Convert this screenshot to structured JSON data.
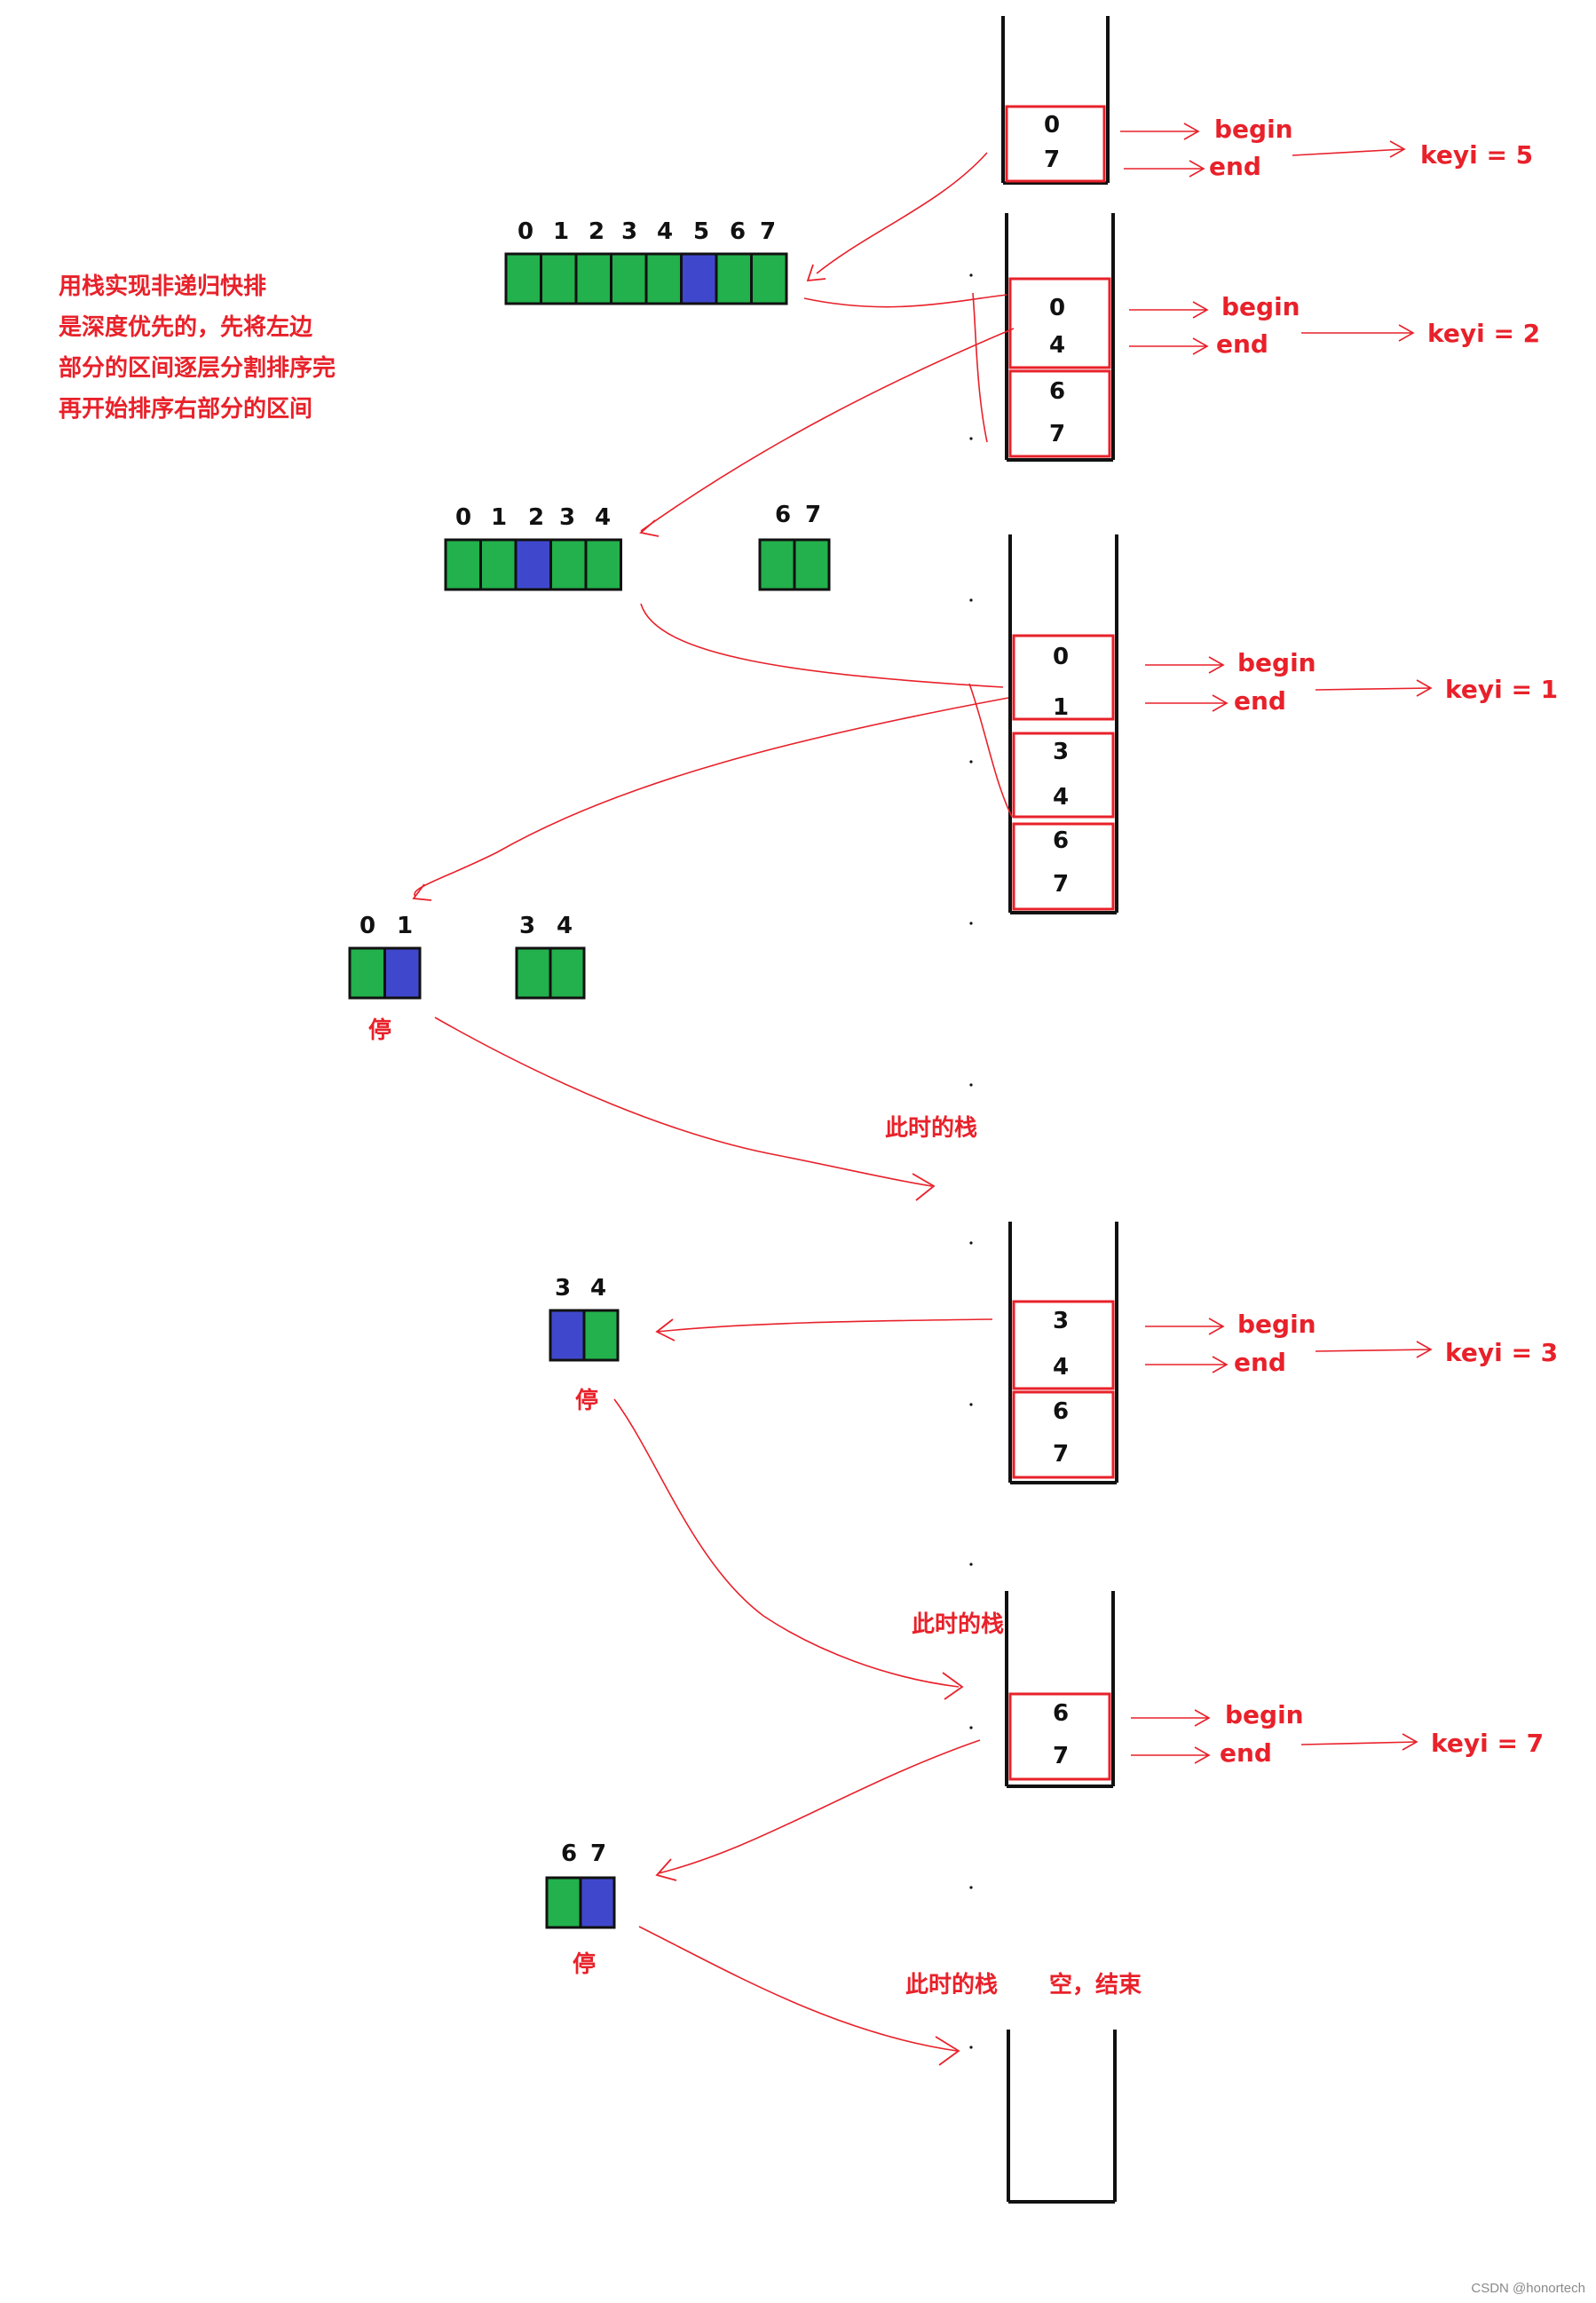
{
  "note": [
    "用栈实现非递归快排",
    "是深度优先的，先将左边",
    "部分的区间逐层分割排序完",
    "再开始排序右部分的区间"
  ],
  "labels": {
    "begin": "begin",
    "end": "end",
    "stop": "停",
    "stack_now": "此时的栈",
    "empty_end": "空，结束"
  },
  "colors": {
    "green": "#22b14c",
    "blue": "#3f48cc",
    "red": "#e8212a",
    "black": "#111111"
  },
  "arrays": [
    {
      "indices": [
        "0",
        "1",
        "2",
        "3",
        "4",
        "5",
        "6",
        "7"
      ],
      "pivot": 5
    },
    {
      "indices": [
        "0",
        "1",
        "2",
        "3",
        "4"
      ],
      "pivot": 2
    },
    {
      "indices": [
        "6",
        "7"
      ],
      "pivot": -1
    },
    {
      "indices": [
        "0",
        "1"
      ],
      "pivot": 1
    },
    {
      "indices": [
        "3",
        "4"
      ],
      "pivot": -1
    },
    {
      "indices": [
        "3",
        "4"
      ],
      "pivot": 0
    },
    {
      "indices": [
        "6",
        "7"
      ],
      "pivot": 1
    }
  ],
  "stacks": [
    {
      "frames": [
        [
          "0",
          "7"
        ]
      ],
      "keyi": "keyi = 5"
    },
    {
      "frames": [
        [
          "0",
          "4"
        ],
        [
          "6",
          "7"
        ]
      ],
      "keyi": "keyi = 2"
    },
    {
      "frames": [
        [
          "0",
          "1"
        ],
        [
          "3",
          "4"
        ],
        [
          "6",
          "7"
        ]
      ],
      "keyi": "keyi = 1"
    },
    {
      "frames": [
        [
          "3",
          "4"
        ],
        [
          "6",
          "7"
        ]
      ],
      "keyi": "keyi =  3"
    },
    {
      "frames": [
        [
          "6",
          "7"
        ]
      ],
      "keyi": "keyi = 7"
    },
    {
      "frames": [],
      "keyi": ""
    }
  ]
}
